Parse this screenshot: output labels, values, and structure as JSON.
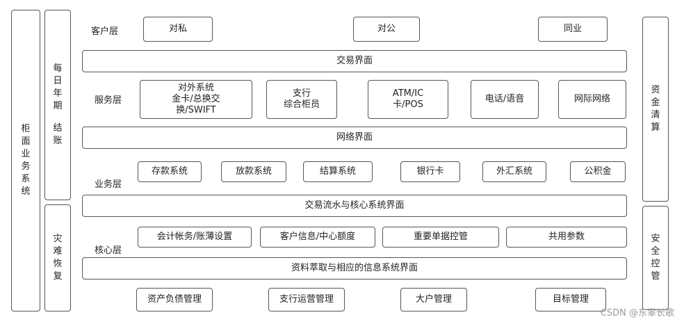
{
  "left_panel": {
    "label": "柜面业务系统"
  },
  "daily": {
    "label_top": "每日年期",
    "label_bottom": "结账"
  },
  "disaster": {
    "label": "灾难恢复"
  },
  "right_top": {
    "label": "资金清算"
  },
  "right_bottom": {
    "label": "安全控管"
  },
  "customer_layer": {
    "label": "客户层",
    "items": [
      "对私",
      "对公",
      "同业"
    ]
  },
  "interfaces": {
    "trade": "交易界面",
    "network": "网络界面",
    "core_flow": "交易流水与核心系统界面",
    "info_extract": "资料萃取与相应的信息系统界面"
  },
  "service_layer": {
    "label": "服务层",
    "items": [
      {
        "lines": [
          "对外系统",
          "金卡/总换交",
          "换/SWIFT"
        ]
      },
      {
        "lines": [
          "支行",
          "综合柜员"
        ]
      },
      {
        "lines": [
          "ATM/IC",
          "卡/POS"
        ]
      },
      {
        "lines": [
          "电话/语音"
        ]
      },
      {
        "lines": [
          "网际网络"
        ]
      }
    ]
  },
  "business_layer": {
    "label": "业务层",
    "items": [
      "存款系统",
      "放款系统",
      "结算系统",
      "银行卡",
      "外汇系统",
      "公积金"
    ]
  },
  "core_layer": {
    "label": "核心层",
    "items": [
      "会计帐务/账薄设置",
      "客户信息/中心额度",
      "重要单据控管",
      "共用参数"
    ]
  },
  "management_layer": {
    "items": [
      "资产负债管理",
      "支行运营管理",
      "大户管理",
      "目标管理"
    ]
  },
  "watermark": "CSDN @东辜长歌"
}
